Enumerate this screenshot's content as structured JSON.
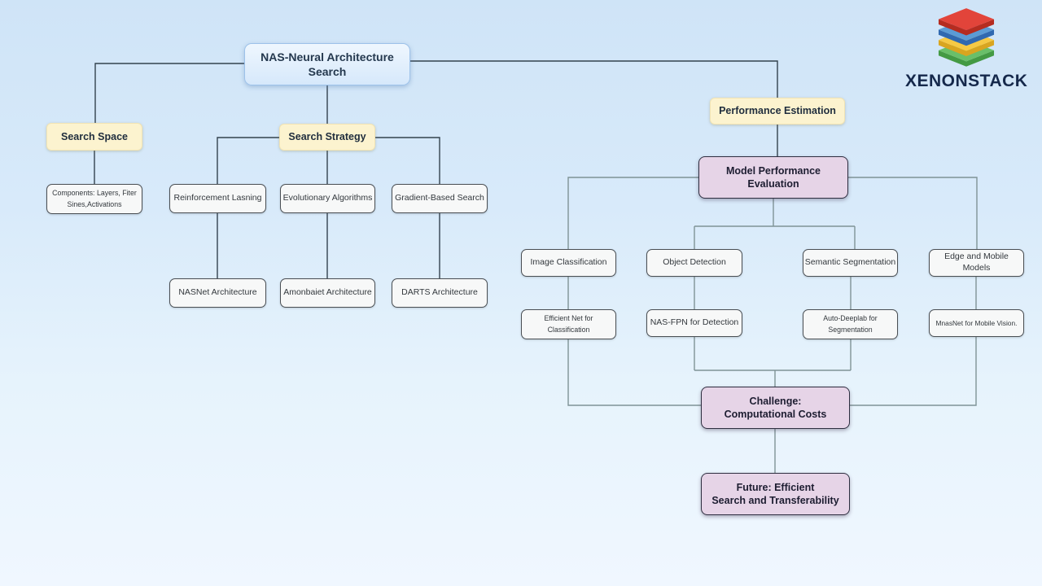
{
  "brand": {
    "name": "XENONSTACK",
    "layers": [
      {
        "top": "#e2443a",
        "side": "#b52c20"
      },
      {
        "top": "#5b9bd5",
        "side": "#3069b0"
      },
      {
        "top": "#f6c944",
        "side": "#d9a520"
      },
      {
        "top": "#6abf69",
        "side": "#449a44"
      }
    ]
  },
  "colors": {
    "connector_left": "#33424e",
    "connector_right": "#7f9396",
    "node_blue": "#d6e8fb",
    "node_yellow": "#fcf3cf",
    "node_purple": "#e6d4e7",
    "node_white": "#f7f8f8"
  },
  "nodes": {
    "root": {
      "line1": "NAS-Neural Architecture",
      "line2": "Search"
    },
    "search_space": {
      "label": "Search Space"
    },
    "components": {
      "line1": "Components: Layers, Fiter",
      "line2": "Sines,Activations"
    },
    "search_strategy": {
      "label": "Search Strategy"
    },
    "reinforcement": {
      "label": "Reinforcement Lasning"
    },
    "evolutionary": {
      "label": "Evolutionary Algorithms"
    },
    "gradient_based": {
      "label": "Gradient-Based Search"
    },
    "nasnet": {
      "label": "NASNet Architecture"
    },
    "amonbaiet": {
      "label": "Amonbaiet Architecture"
    },
    "darts": {
      "label": "DARTS Architecture"
    },
    "perf_estimation": {
      "label": "Performance Estimation"
    },
    "model_perf": {
      "line1": "Model Performance",
      "line2": "Evaluation"
    },
    "image_class": {
      "label": "Image Classification"
    },
    "object_det": {
      "label": "Object Detection"
    },
    "semantic_seg": {
      "label": "Semantic Segmentation"
    },
    "edge_mobile": {
      "label": "Edge and Mobile Models"
    },
    "efficientnet": {
      "line1": "Efficient Net for",
      "line2": "Classification"
    },
    "nasfpn": {
      "label": "NAS-FPN for Detection"
    },
    "autodeeplab": {
      "line1": "Auto-Deeplab for",
      "line2": "Segmentation"
    },
    "mnasnet": {
      "label": "MnasNet for Mobile Vision."
    },
    "challenge": {
      "line1": "Challenge:",
      "line2": "Computational Costs"
    },
    "future": {
      "line1": "Future: Efficient",
      "line2": "Search and Transferability"
    }
  }
}
